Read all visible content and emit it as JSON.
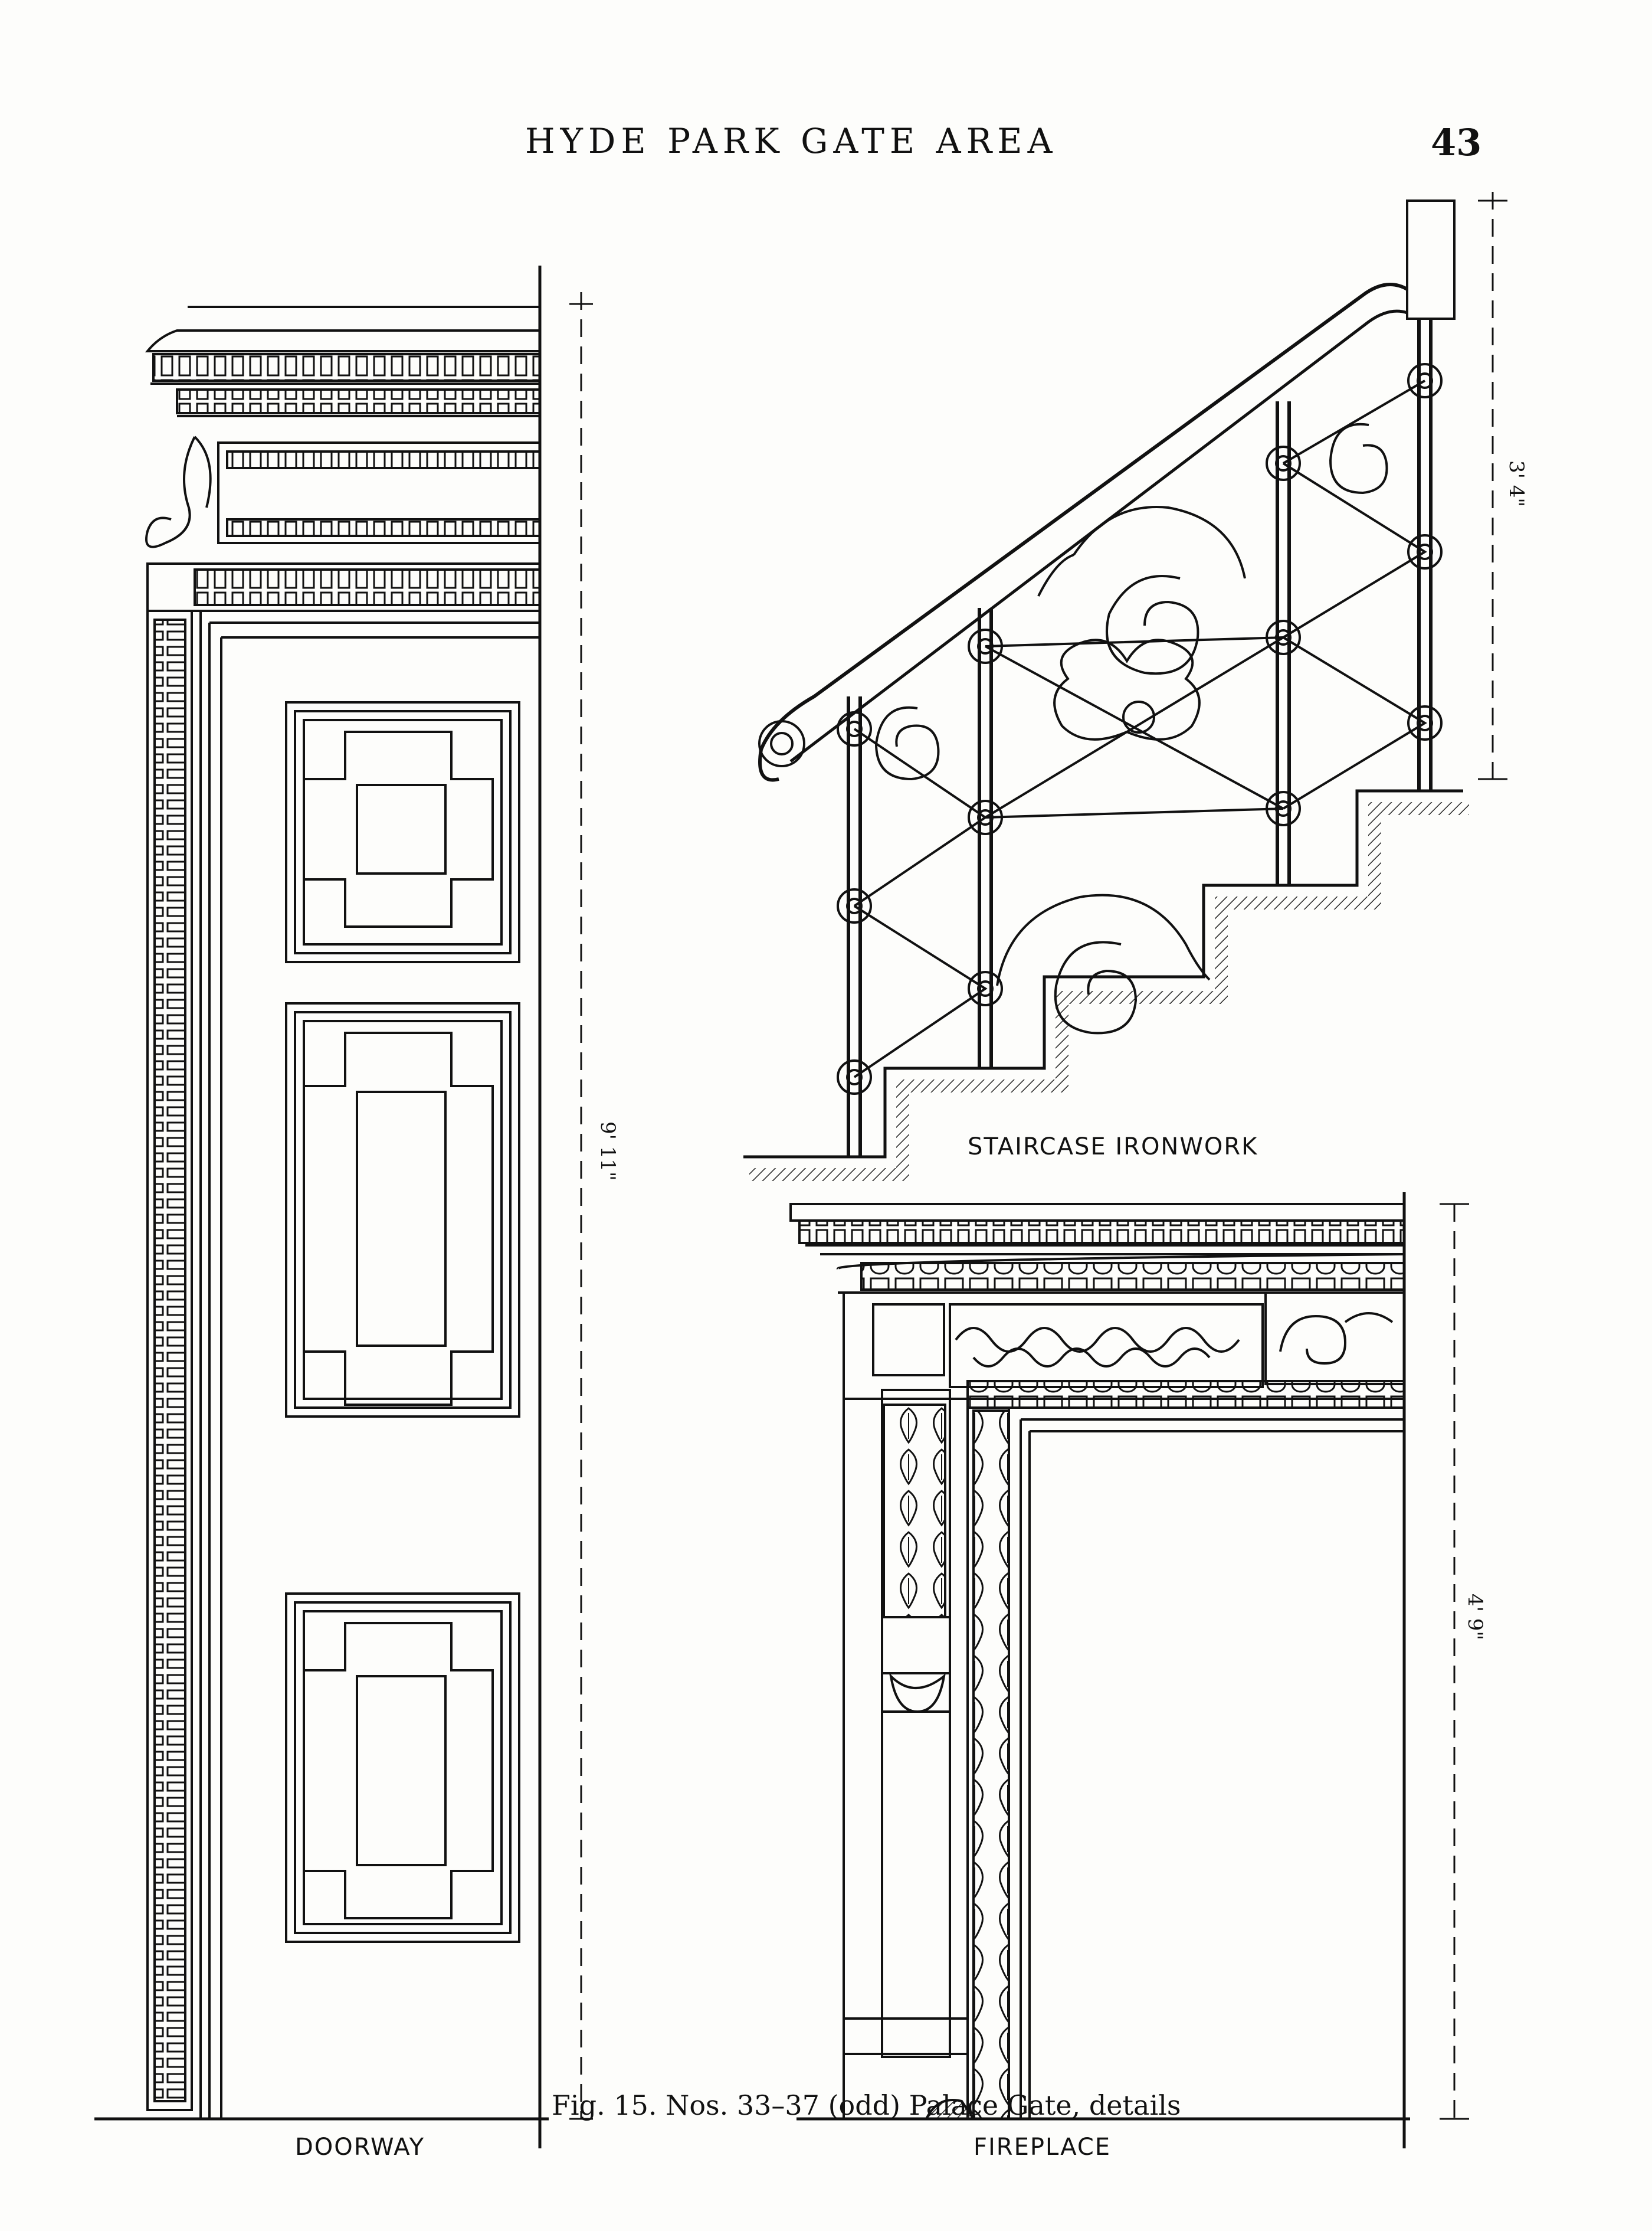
{
  "page": {
    "header": "HYDE PARK GATE AREA",
    "page_number": "43",
    "caption": "Fig. 15. Nos. 33–37 (odd) Palace Gate, details"
  },
  "figures": {
    "doorway": {
      "label": "DOORWAY",
      "dimension": "9' 11\""
    },
    "staircase": {
      "label": "STAIRCASE IRONWORK",
      "dimension": "3' 4\""
    },
    "fireplace": {
      "label": "FIREPLACE",
      "dimension": "4' 9\""
    }
  }
}
